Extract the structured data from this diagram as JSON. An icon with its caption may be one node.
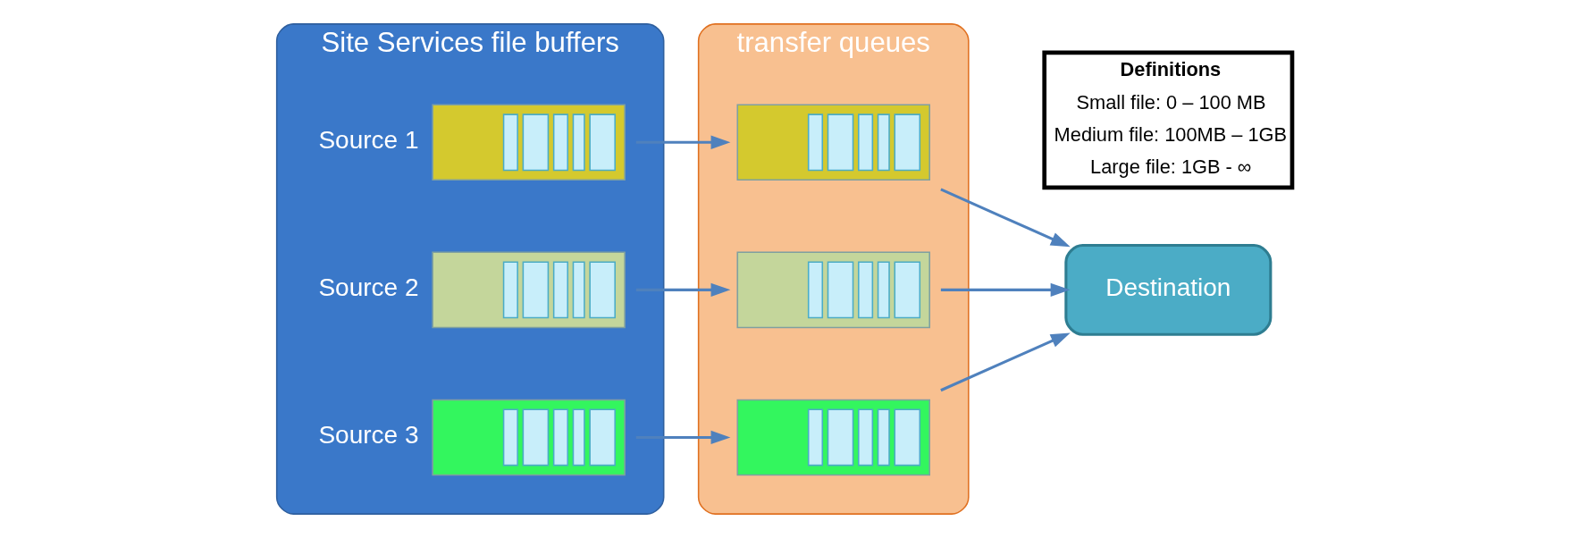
{
  "diagram": {
    "nodes": [
      {
        "text": [
          "Site Services file buffers"
        ]
      },
      {
        "text": [],
        "shape": "bar",
        "in": 0,
        "beside": [
          "Source 1"
        ]
      },
      {
        "text": [],
        "shape": "bar",
        "in": 0,
        "beside": [
          "Source 2"
        ]
      },
      {
        "text": [],
        "shape": "bar",
        "in": 0,
        "beside": [
          "Source 3"
        ]
      },
      {
        "text": [
          "transfer queues"
        ]
      },
      {
        "text": [],
        "shape": "bar",
        "in": 4
      },
      {
        "text": [],
        "shape": "bar",
        "in": 4
      },
      {
        "text": [],
        "shape": "bar",
        "in": 4
      },
      {
        "text": [
          "Destination"
        ]
      }
    ],
    "edges": [
      {
        "from": 1,
        "to": 5,
        "arrow": "to"
      },
      {
        "from": 2,
        "to": 6,
        "arrow": "to"
      },
      {
        "from": 3,
        "to": 7,
        "arrow": "to"
      },
      {
        "from": 5,
        "to": 8,
        "arrow": "to"
      },
      {
        "from": 6,
        "to": 8,
        "arrow": "to"
      },
      {
        "from": 7,
        "to": 8,
        "arrow": "to"
      }
    ],
    "labels": [
      "Definitions",
      "Small file: 0 – 100 MB",
      "Medium file: 100MB – 1GB",
      "Large file: 1GB - ∞"
    ]
  }
}
